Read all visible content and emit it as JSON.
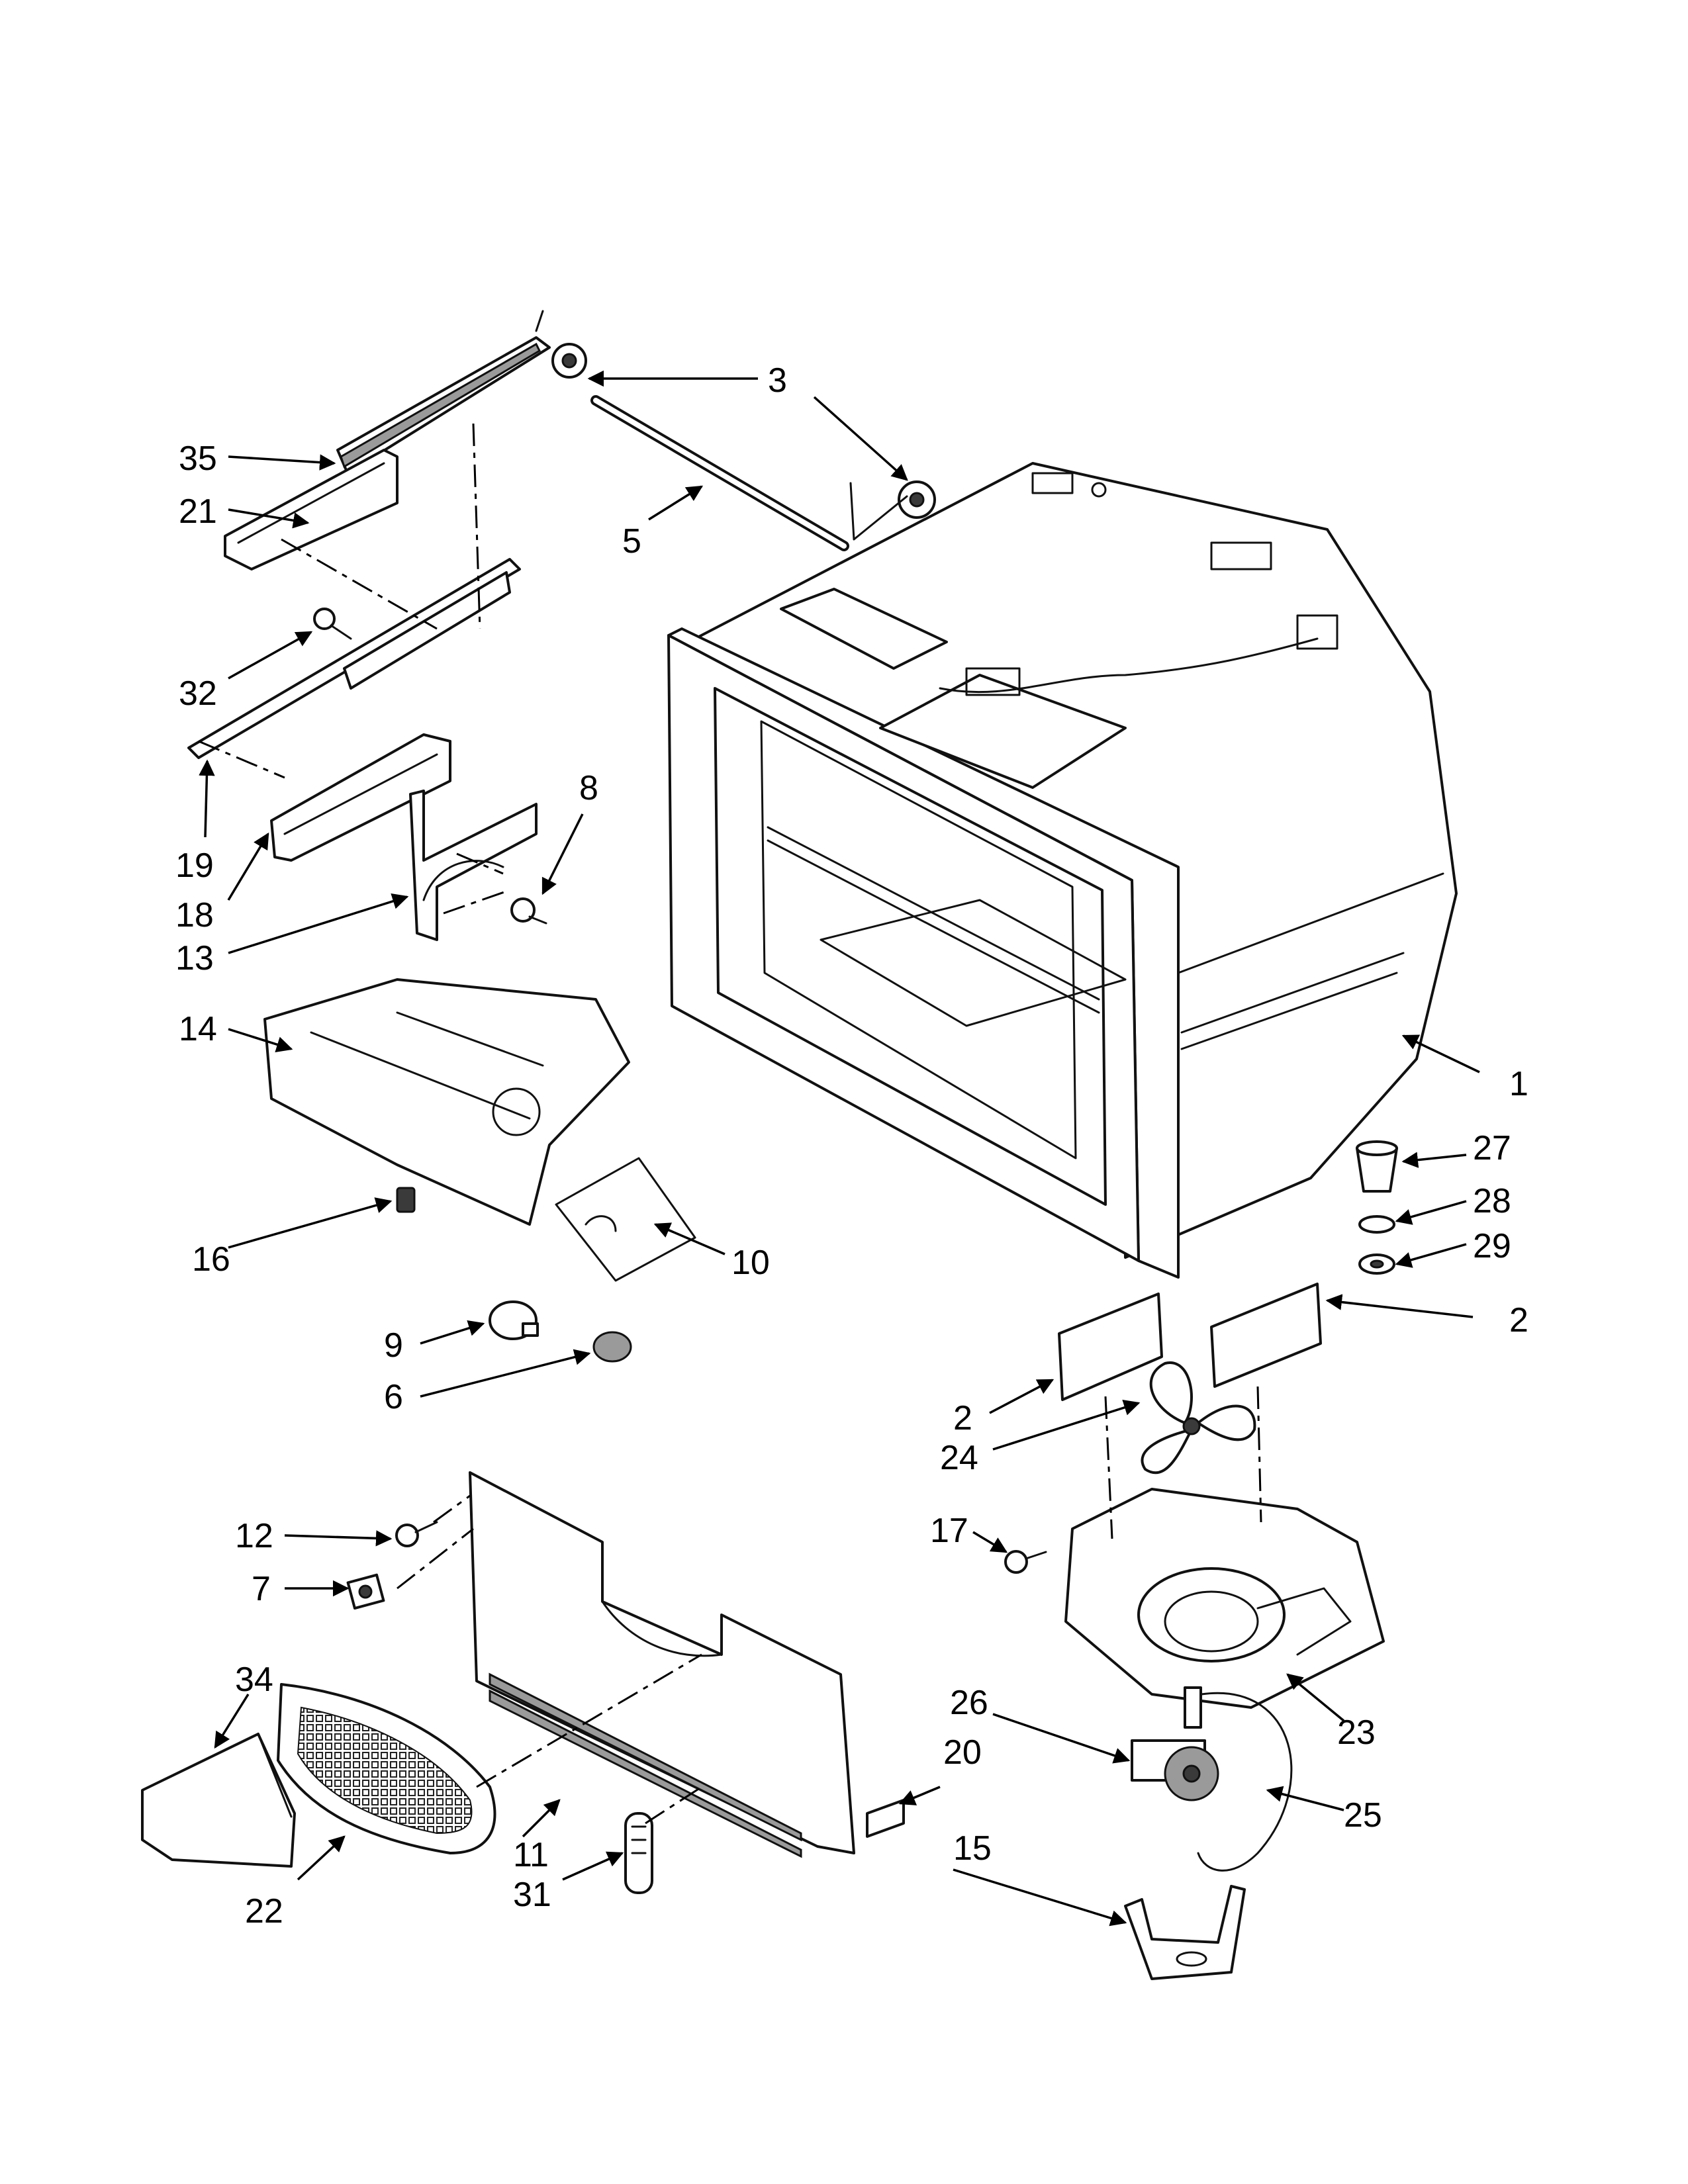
{
  "diagram": {
    "callouts": [
      {
        "id": "3a",
        "label": "3"
      },
      {
        "id": "5",
        "label": "5"
      },
      {
        "id": "35",
        "label": "35"
      },
      {
        "id": "21",
        "label": "21"
      },
      {
        "id": "32",
        "label": "32"
      },
      {
        "id": "19",
        "label": "19"
      },
      {
        "id": "18",
        "label": "18"
      },
      {
        "id": "13",
        "label": "13"
      },
      {
        "id": "8",
        "label": "8"
      },
      {
        "id": "14",
        "label": "14"
      },
      {
        "id": "16",
        "label": "16"
      },
      {
        "id": "10",
        "label": "10"
      },
      {
        "id": "9",
        "label": "9"
      },
      {
        "id": "6",
        "label": "6"
      },
      {
        "id": "1",
        "label": "1"
      },
      {
        "id": "27",
        "label": "27"
      },
      {
        "id": "28",
        "label": "28"
      },
      {
        "id": "29",
        "label": "29"
      },
      {
        "id": "2a",
        "label": "2"
      },
      {
        "id": "2b",
        "label": "2"
      },
      {
        "id": "24",
        "label": "24"
      },
      {
        "id": "17",
        "label": "17"
      },
      {
        "id": "12",
        "label": "12"
      },
      {
        "id": "7",
        "label": "7"
      },
      {
        "id": "34",
        "label": "34"
      },
      {
        "id": "23",
        "label": "23"
      },
      {
        "id": "26",
        "label": "26"
      },
      {
        "id": "20",
        "label": "20"
      },
      {
        "id": "25",
        "label": "25"
      },
      {
        "id": "11",
        "label": "11"
      },
      {
        "id": "15",
        "label": "15"
      },
      {
        "id": "31",
        "label": "31"
      },
      {
        "id": "22",
        "label": "22"
      }
    ]
  }
}
